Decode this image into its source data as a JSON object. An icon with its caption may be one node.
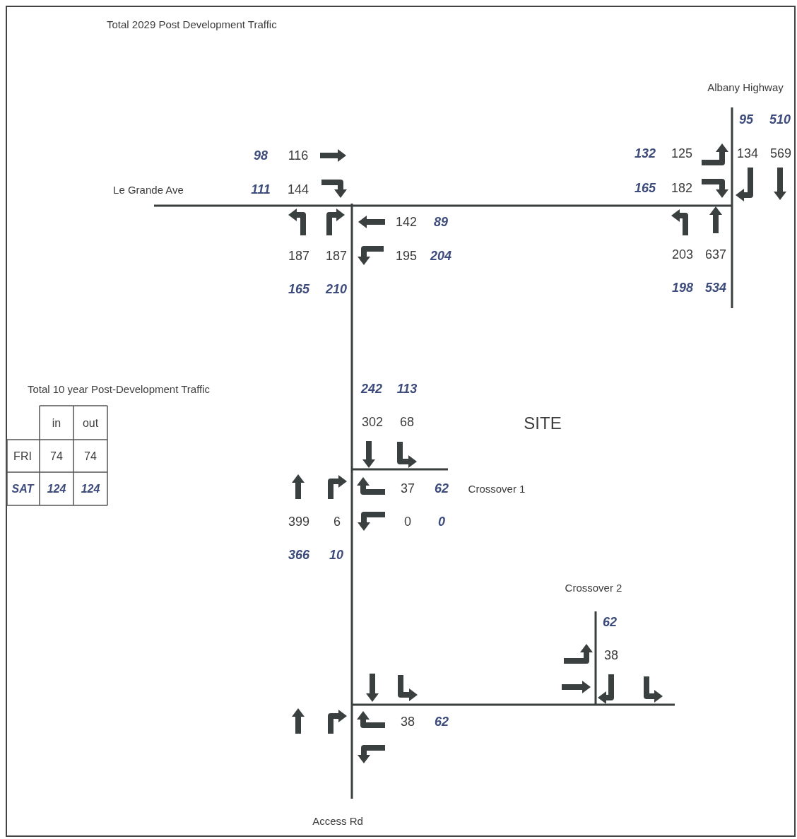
{
  "diagram": {
    "title": "Total 2029 Post Development Traffic",
    "labels": [
      "Albany Highway",
      "95",
      "510",
      "98",
      "116",
      "132",
      "125",
      "134",
      "569",
      "Le Grande Ave",
      "111",
      "144",
      "165",
      "182",
      "142",
      "89",
      "187",
      "187",
      "195",
      "204",
      "203",
      "637",
      "165",
      "210",
      "198",
      "534",
      "Total 10 year Post-Development Traffic",
      "242",
      "113",
      "in",
      "out",
      "302",
      "68",
      "SITE",
      "FRI",
      "74",
      "74",
      "SAT",
      "124",
      "124",
      "37",
      "62",
      "Crossover 1",
      "399",
      "6",
      "0",
      "0",
      "366",
      "10",
      "Crossover 2",
      "62",
      "38",
      "38",
      "62",
      "Access Rd"
    ]
  }
}
